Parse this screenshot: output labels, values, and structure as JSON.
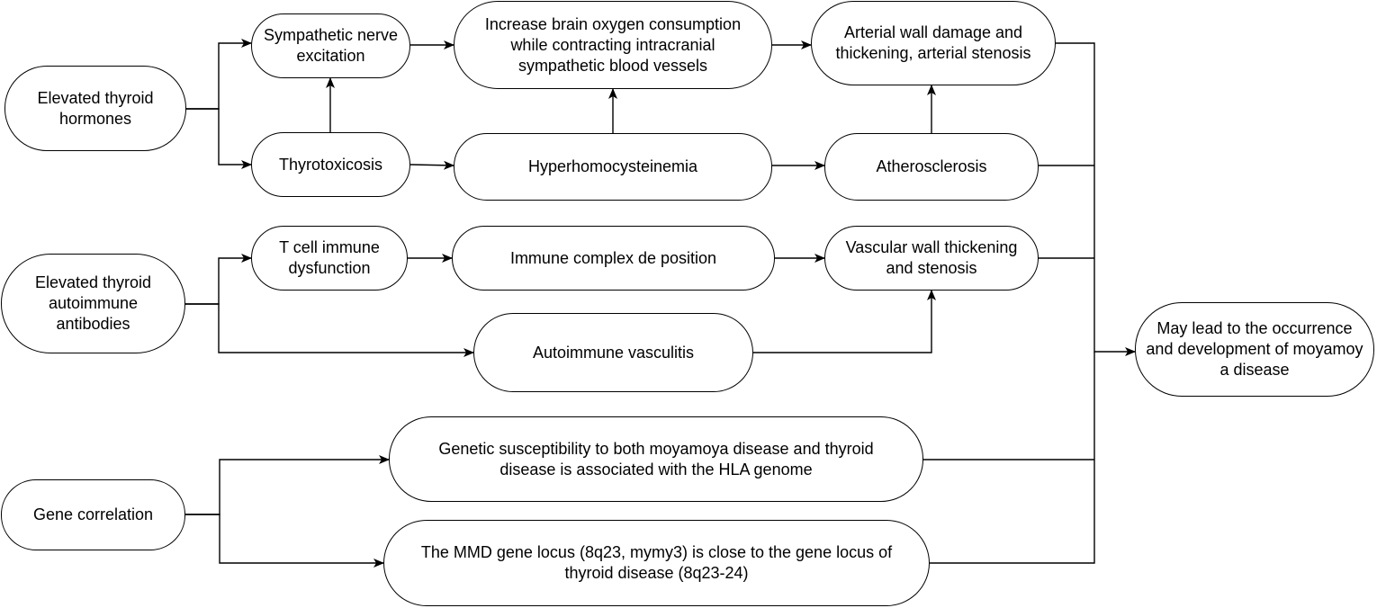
{
  "nodes": {
    "elevated_thyroid_hormones": "Elevated thyroid\nhormones",
    "sympathetic_excitation": "Sympathetic nerve\nexcitation",
    "thyrotoxicosis": "Thyrotoxicosis",
    "brain_oxygen": "Increase brain oxygen consumption\nwhile contracting intracranial\nsympathetic blood vessels",
    "hyperhomocysteinemia": "Hyperhomocysteinemia",
    "arterial_damage": "Arterial wall damage and\nthickening, arterial stenosis",
    "atherosclerosis": "Atherosclerosis",
    "elevated_autoimmune_antibodies": "Elevated thyroid\nautoimmune\nantibodies",
    "t_cell": "T cell immune\ndysfunction",
    "immune_complex": "Immune complex de position",
    "vascular_thickening": "Vascular wall thickening\nand stenosis",
    "autoimmune_vasculitis": "Autoimmune vasculitis",
    "gene_correlation": "Gene correlation",
    "genetic_hla": "Genetic susceptibility to both moyamoya disease and thyroid\ndisease is associated with the HLA genome",
    "mmd_locus": "The MMD gene locus (8q23, mymy3) is close to the gene locus of\nthyroid disease (8q23-24)",
    "outcome": "May lead to the occurrence\nand development of moyamoy\na disease"
  },
  "edges": [
    {
      "from": "elevated_thyroid_hormones",
      "to": "sympathetic_excitation"
    },
    {
      "from": "elevated_thyroid_hormones",
      "to": "thyrotoxicosis"
    },
    {
      "from": "thyrotoxicosis",
      "to": "sympathetic_excitation"
    },
    {
      "from": "sympathetic_excitation",
      "to": "brain_oxygen"
    },
    {
      "from": "thyrotoxicosis",
      "to": "hyperhomocysteinemia"
    },
    {
      "from": "hyperhomocysteinemia",
      "to": "brain_oxygen"
    },
    {
      "from": "brain_oxygen",
      "to": "arterial_damage"
    },
    {
      "from": "hyperhomocysteinemia",
      "to": "atherosclerosis"
    },
    {
      "from": "atherosclerosis",
      "to": "arterial_damage"
    },
    {
      "from": "elevated_autoimmune_antibodies",
      "to": "t_cell"
    },
    {
      "from": "elevated_autoimmune_antibodies",
      "to": "autoimmune_vasculitis"
    },
    {
      "from": "t_cell",
      "to": "immune_complex"
    },
    {
      "from": "immune_complex",
      "to": "vascular_thickening"
    },
    {
      "from": "autoimmune_vasculitis",
      "to": "vascular_thickening"
    },
    {
      "from": "gene_correlation",
      "to": "genetic_hla"
    },
    {
      "from": "gene_correlation",
      "to": "mmd_locus"
    },
    {
      "from": "arterial_damage",
      "to": "outcome"
    },
    {
      "from": "atherosclerosis",
      "to": "outcome"
    },
    {
      "from": "vascular_thickening",
      "to": "outcome"
    },
    {
      "from": "genetic_hla",
      "to": "outcome"
    },
    {
      "from": "mmd_locus",
      "to": "outcome"
    }
  ]
}
